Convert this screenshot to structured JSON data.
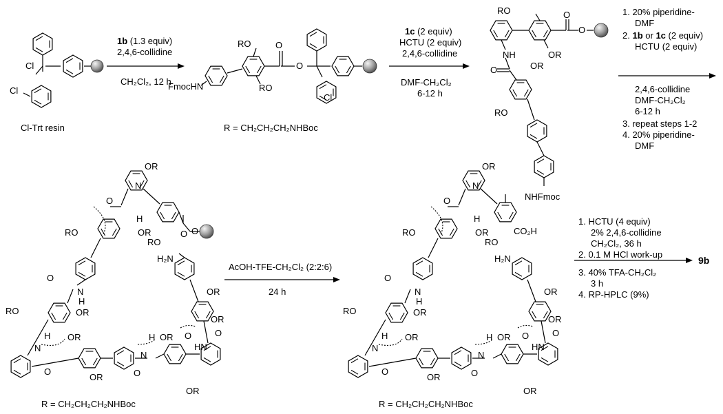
{
  "structure_labels": {
    "resin_name": "Cl-Trt resin",
    "r_def_1": "R = CH₂CH₂CH₂NHBoc",
    "r_def_2": "R = CH₂CH₂CH₂NHBoc",
    "r_def_3": "R = CH₂CH₂CH₂NHBoc",
    "final_compound": "9b"
  },
  "atom_labels": {
    "cl": "Cl",
    "ro": "RO",
    "or": "OR",
    "o": "O",
    "o_link": "O",
    "fmochn": "FmocHN",
    "nhfmoc": "NHFmoc",
    "nh": "NH",
    "n": "N",
    "h": "H",
    "hn": "HN",
    "h2n": "H₂N",
    "co2h": "CO₂H"
  },
  "step1": {
    "line1_bold": "1b",
    "line1_rest": " (1.3 equiv)",
    "line2": "2,4,6-collidine",
    "line3": "CH₂Cl₂, 12 h"
  },
  "step2": {
    "line1_bold": "1c",
    "line1_rest": " (2 equiv)",
    "line2": "HCTU (2 equiv)",
    "line3": "2,4,6-collidine",
    "line4": "DMF-CH₂Cl₂",
    "line5": "6-12 h"
  },
  "step3": {
    "line1": "1. 20% piperidine-",
    "line2": "DMF",
    "line3_pre": "2. ",
    "line3_b1": "1b",
    "line3_mid": " or ",
    "line3_b2": "1c",
    "line3_rest": " (2 equiv)",
    "line4": "HCTU (2 equiv)",
    "line5": "2,4,6-collidine",
    "line6": "DMF-CH₂Cl₂",
    "line7": "6-12 h",
    "line8": "3. repeat steps 1-2",
    "line9": "4. 20% piperidine-",
    "line10": "DMF"
  },
  "step4": {
    "line1": "AcOH-TFE-CH₂Cl₂ (2:2:6)",
    "line2": "24 h"
  },
  "step5": {
    "line1": "1. HCTU (4 equiv)",
    "line2": "2% 2,4,6-collidine",
    "line3": "CH₂Cl₂, 36 h",
    "line4": "2. 0.1 M HCl work-up",
    "line5": "3. 40% TFA-CH₂Cl₂",
    "line6": "3 h",
    "line7": "4. RP-HPLC (9%)"
  }
}
